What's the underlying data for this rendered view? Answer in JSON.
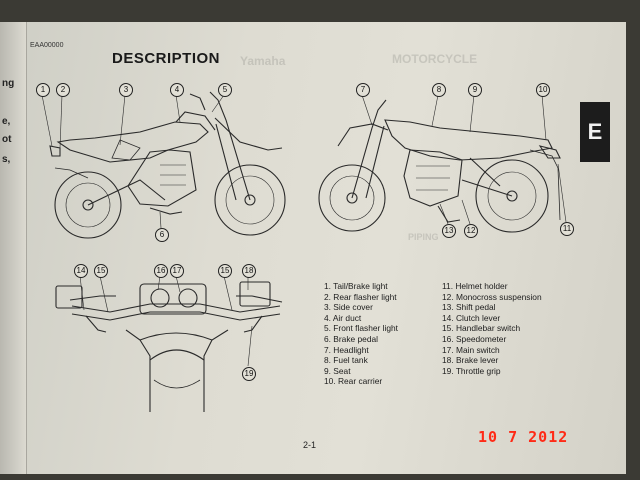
{
  "page": {
    "section_code": "EAA00000",
    "title": "DESCRIPTION",
    "section_tab": "E",
    "page_number": "2-1",
    "left_page_fragments": [
      "ng",
      "e,",
      "ot",
      "s,"
    ]
  },
  "callouts": {
    "left_view": [
      "1",
      "2",
      "3",
      "4",
      "5",
      "6"
    ],
    "right_view": [
      "7",
      "8",
      "9",
      "10",
      "11",
      "12",
      "13"
    ],
    "handlebar_view": [
      "14",
      "15",
      "16",
      "17",
      "15",
      "18",
      "19"
    ]
  },
  "parts": [
    "1. Tail/Brake light",
    "2. Rear flasher light",
    "3. Side cover",
    "4. Air duct",
    "5. Front flasher light",
    "6. Brake pedal",
    "7. Headlight",
    "8. Fuel tank",
    "9. Seat",
    "10. Rear carrier",
    "11. Helmet holder",
    "12. Monocross suspension",
    "13. Shift pedal",
    "14. Clutch lever",
    "15. Handlebar switch",
    "16. Speedometer",
    "17. Main switch",
    "18. Brake lever",
    "19. Throttle grip"
  ],
  "camera_date_stamp": "10  7 2012",
  "colors": {
    "paper": "#e2e0d6",
    "ink": "#1d1d1d",
    "tab": "#1c1c1c",
    "date_stamp": "#ff2a16"
  }
}
